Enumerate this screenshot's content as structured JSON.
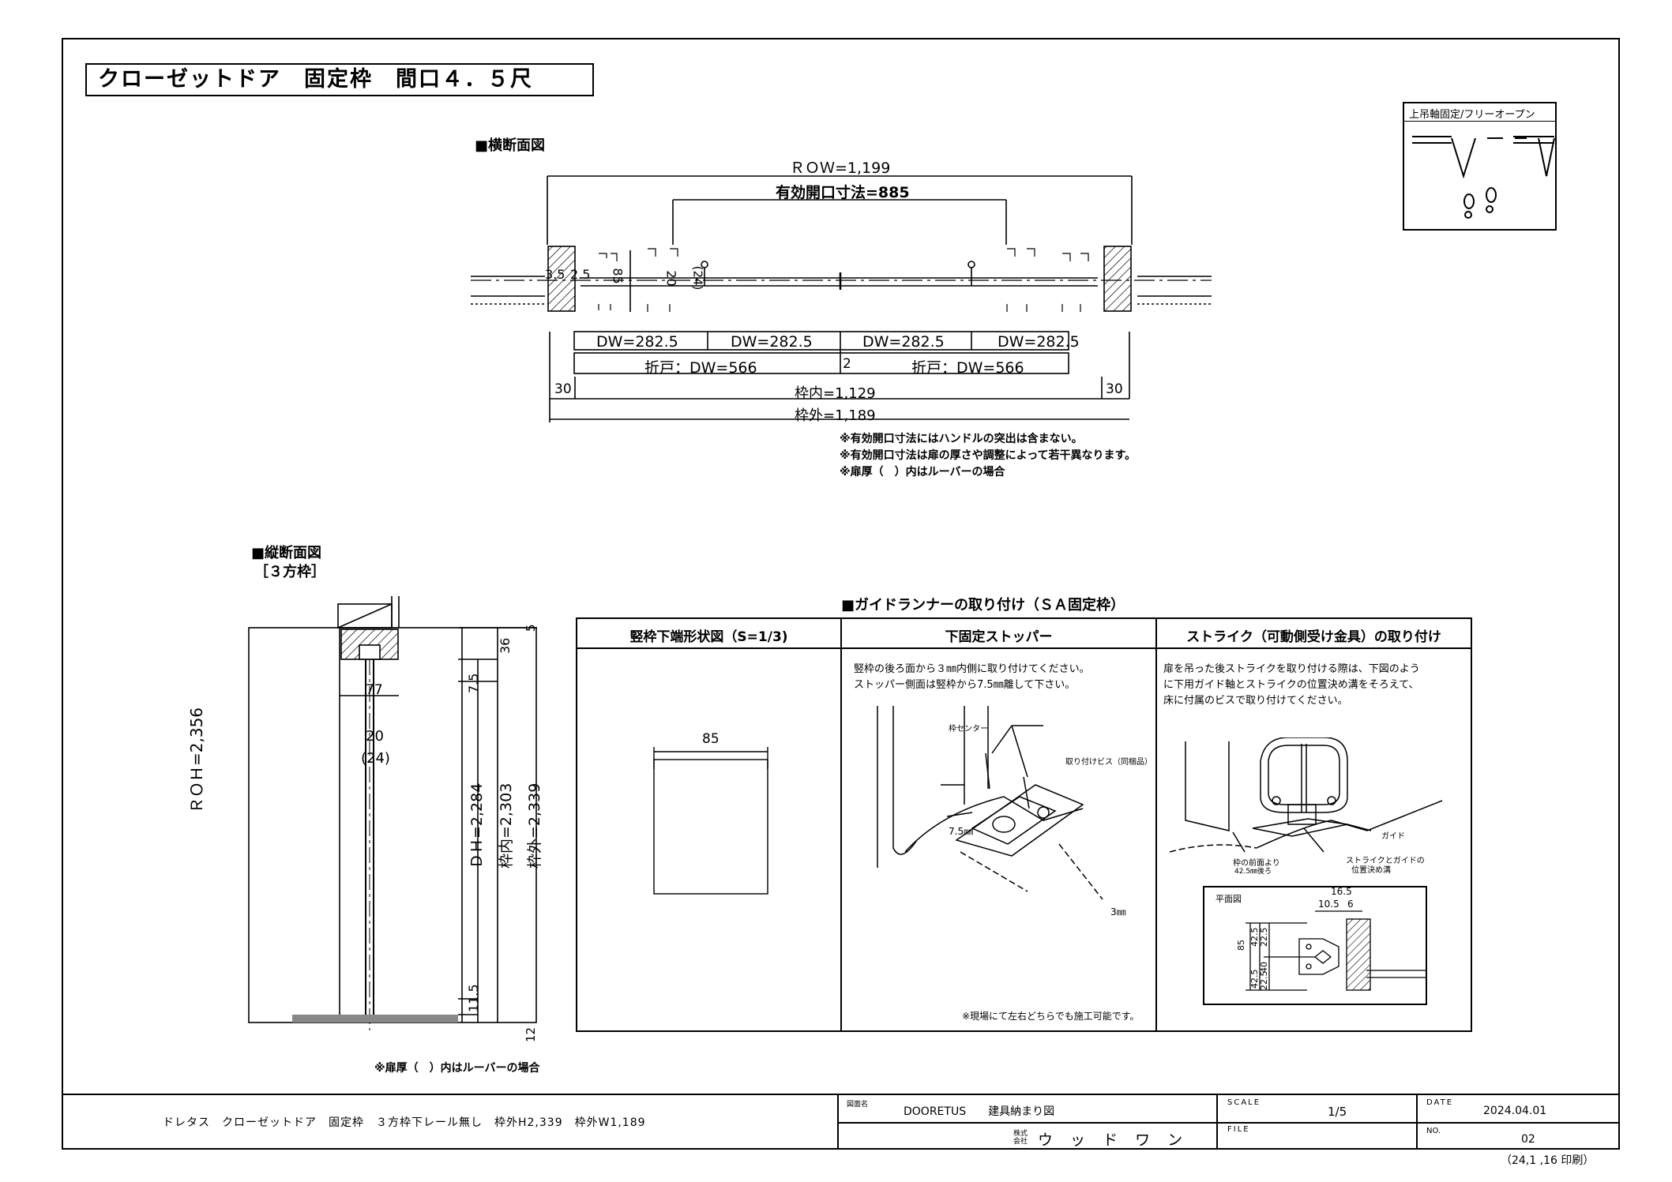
{
  "title": "クローゼットドア　固定枠　間口４．５尺",
  "legend_box": {
    "title": "上吊軸固定/フリーオープン"
  },
  "horizontal_section": {
    "heading": "■横断面図",
    "row": "ＲＯＷ=1,199",
    "effective_opening": "有効開口寸法=885",
    "small_dims": [
      "3.5",
      "2.5",
      "85",
      "20",
      "(24)"
    ],
    "dw_labels": [
      "DW=282.5",
      "DW=282.5",
      "DW=282.5",
      "DW=282.5"
    ],
    "fold_labels": [
      "折戸：DW=566",
      "折戸：DW=566"
    ],
    "gap_mid": "2",
    "side_30": "30",
    "inner": "枠内=1,129",
    "outer": "枠外=1,189",
    "notes": [
      "※有効開口寸法にはハンドルの突出は含まない。",
      "※有効開口寸法は扉の厚さや調整によって若干異なります。",
      "※扉厚（　）内はルーバーの場合"
    ]
  },
  "vertical_section": {
    "heading": "■縦断面図",
    "subheading": "［３方枠］",
    "roh": "ＲＯＨ=2,356",
    "dh": "ＤＨ=2,284",
    "inner": "枠内=2,303",
    "outer": "枠外=2,339",
    "dims": [
      "5",
      "36",
      "7.5",
      "77",
      "20",
      "(24)",
      "11.5",
      "12"
    ],
    "note": "※扉厚（　）内はルーバーの場合"
  },
  "guide_runner": {
    "heading": "■ガイドランナーの取り付け（ＳＡ固定枠）",
    "col1": {
      "header": "竪枠下端形状図（S=1/3)",
      "dim": "85"
    },
    "col2": {
      "header": "下固定ストッパー",
      "text": [
        "竪枠の後ろ面から３㎜内側に取り付けてください。",
        "ストッパー側面は竪枠から7.5㎜離して下さい。"
      ],
      "labels": [
        "枠センター",
        "取り付けビス（同梱品）",
        "7.5㎜",
        "3㎜"
      ],
      "note": "※現場にて左右どちらでも施工可能です。"
    },
    "col3": {
      "header": "ストライク（可動側受け金具）の取り付け",
      "text": [
        "扉を吊った後ストライクを取り付ける際は、下図のよう",
        "に下用ガイド軸とストライクの位置決め溝をそろえて、",
        "床に付属のビスで取り付けてください。"
      ],
      "labels": [
        "ガイド",
        "枠の前面より",
        "42.5㎜後ろ",
        "ストライクとガイドの",
        "位置決め溝"
      ],
      "plan": {
        "title": "平面図",
        "dims": [
          "16.5",
          "10.5",
          "6",
          "85",
          "42.5",
          "42.5",
          "22.5",
          "40",
          "22.5"
        ]
      }
    }
  },
  "title_block": {
    "description": "ドレタス　クローゼットドア　固定枠　３方枠下レール無し　枠外H2,339　枠外W1,189",
    "drawing_name_label": "図面名",
    "drawing_name": "DOORETUS　　建具納まり図",
    "company_prefix": "株式会社",
    "company": "ウ ッ ド ワ ン",
    "scale_label": "SCALE",
    "scale": "1/5",
    "file_label": "FILE",
    "date_label": "DATE",
    "date": "2024.04.01",
    "no_label": "NO.",
    "no": "02",
    "printed": "（24,1 ,16 印刷）"
  }
}
